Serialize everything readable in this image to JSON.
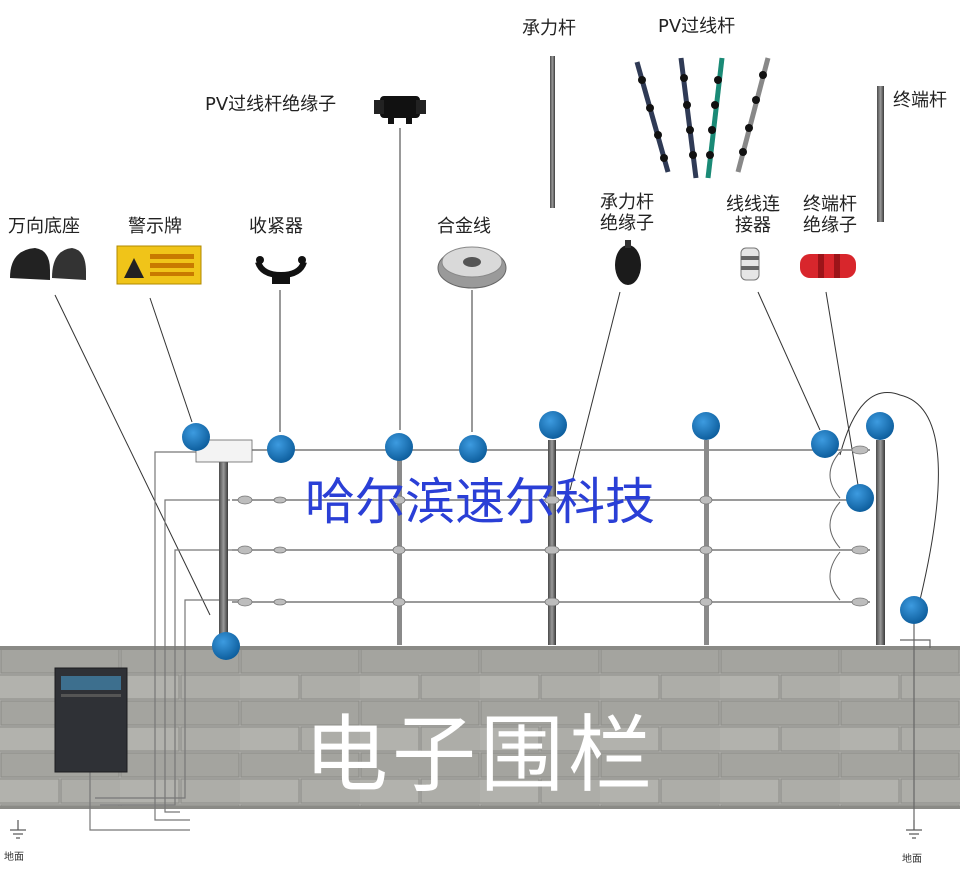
{
  "labels": {
    "universal_base": "万向底座",
    "warning_sign": "警示牌",
    "tensioner": "收紧器",
    "pv_rod_insulator": "PV过线杆绝缘子",
    "alloy_wire": "合金线",
    "bearing_rod": "承力杆",
    "bearing_rod_insulator": "承力杆绝缘子",
    "pv_rod": "PV过线杆",
    "wire_connector": "线线连接器",
    "terminal_rod_insulator": "终端杆绝缘子",
    "terminal_rod": "终端杆"
  },
  "watermark_company": "哈尔滨速尔科技",
  "watermark_title": "电子围栏",
  "ground_left": "地面",
  "ground_right": "地面",
  "colors": {
    "node": "#1a73b8",
    "wall": "#a9a9a5",
    "wall_dark": "#7d7d78",
    "wire": "#8a8a8a",
    "watermark_blue": "#2a3fd6",
    "connector_red": "#d8262c",
    "sign_yellow": "#f0c419"
  }
}
